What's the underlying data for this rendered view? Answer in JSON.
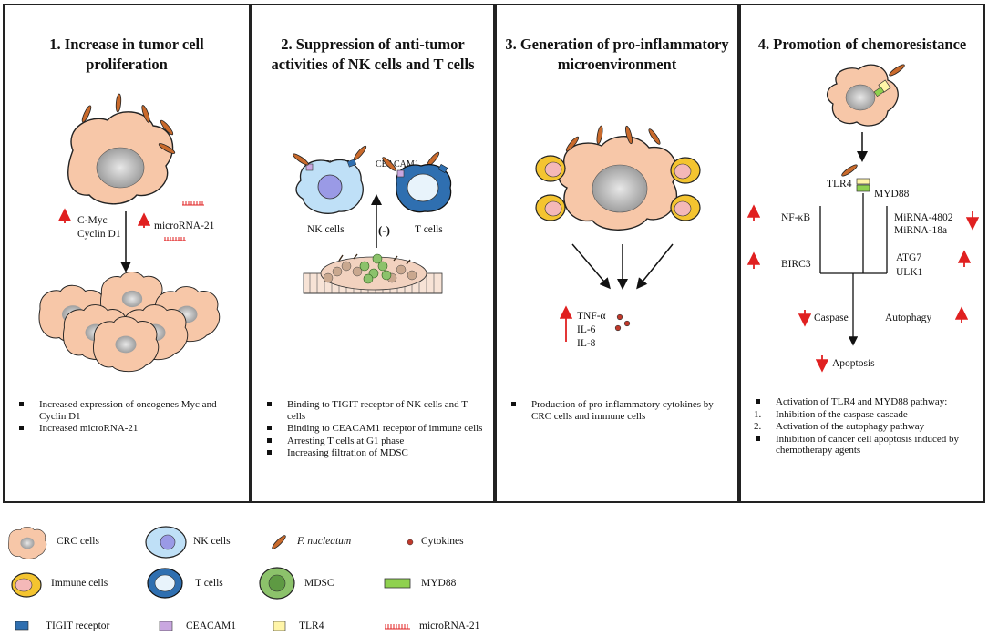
{
  "panels": [
    {
      "title": "1. Increase in tumor cell proliferation",
      "labels": {
        "cmyc": "C-Myc",
        "cyclin": "Cyclin D1",
        "mirna": "microRNA-21"
      },
      "bullets": [
        "Increased expression of oncogenes Myc and Cyclin D1",
        "Increased microRNA-21"
      ]
    },
    {
      "title": "2. Suppression of anti-tumor activities of NK cells and T cells",
      "labels": {
        "tigit": "TIGIT",
        "ceacam1": "CEACAM1",
        "nk": "NK cells",
        "t": "T cells",
        "minus": "(-)"
      },
      "bullets": [
        "Binding to TIGIT receptor of NK cells and T cells",
        "Binding to CEACAM1 receptor of immune cells",
        "Arresting T cells at G1 phase",
        "Increasing filtration of MDSC"
      ]
    },
    {
      "title": "3. Generation of pro-inflammatory microenvironment",
      "labels": {
        "tnf": "TNF-α",
        "il6": "IL-6",
        "il8": "IL-8"
      },
      "bullets": [
        "Production of pro-inflammatory cytokines by CRC cells and immune cells"
      ]
    },
    {
      "title": "4. Promotion of chemoresistance",
      "labels": {
        "tlr4": "TLR4",
        "myd88": "MYD88",
        "nfkb": "NF-κB",
        "mirna4802": "MiRNA-4802",
        "mirna18a": "MiRNA-18a",
        "birc3": "BIRC3",
        "atg7": "ATG7",
        "ulk1": "ULK1",
        "caspase": "Caspase",
        "autophagy": "Autophagy",
        "apoptosis": "Apoptosis"
      },
      "bullets": [
        {
          "type": "bullet",
          "text": "Activation of TLR4 and MYD88 pathway:"
        },
        {
          "type": "num",
          "num": "1.",
          "text": "Inhibition of the caspase cascade"
        },
        {
          "type": "num",
          "num": "2.",
          "text": "Activation of the autophagy pathway"
        },
        {
          "type": "bullet",
          "text": "Inhibition of cancer cell apoptosis induced by chemotherapy agents"
        }
      ]
    }
  ],
  "legend": {
    "crc": "CRC cells",
    "nk": "NK cells",
    "fn": "F. nucleatum",
    "cyto": "Cytokines",
    "immune": "Immune cells",
    "t": "T cells",
    "mdsc": "MDSC",
    "myd88": "MYD88",
    "tigit": "TIGIT receptor",
    "ceacam1": "CEACAM1",
    "tlr4": "TLR4",
    "mirna": "microRNA-21"
  },
  "colors": {
    "crc": "#f7c7a8",
    "nucleus": "#bdbdbd",
    "nk": "#bfe0f7",
    "nkNuc": "#9a9ae6",
    "tcell": "#2f6fb0",
    "fn": "#c96a2c",
    "red": "#e02020",
    "immune": "#f4c430",
    "immuneNuc": "#f4b8b8",
    "mdsc": "#8cc26b",
    "myd88": "#8fd14f",
    "tlr4": "#fff5a8",
    "ceacam": "#c9a7e0"
  }
}
